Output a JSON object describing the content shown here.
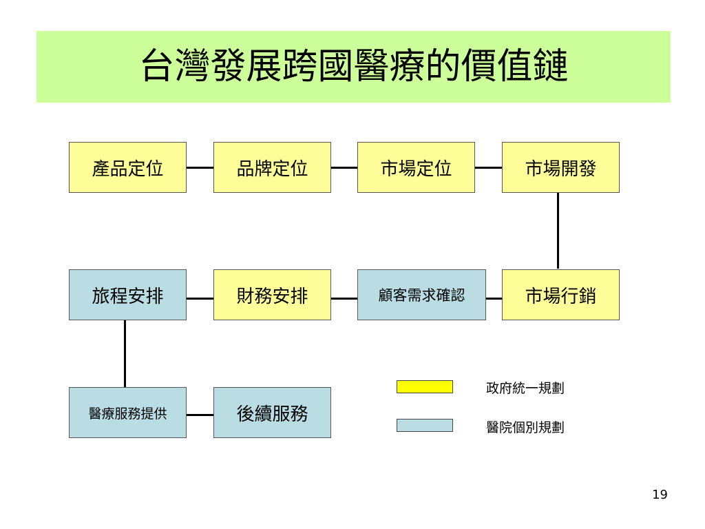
{
  "title": "台灣發展跨國醫療的價值鏈",
  "nodes": {
    "product_positioning": "產品定位",
    "brand_positioning": "品牌定位",
    "market_positioning": "市場定位",
    "market_development": "市場開發",
    "itinerary_arrangement": "旅程安排",
    "financial_arrangement": "財務安排",
    "customer_needs_confirmation": "顧客需求確認",
    "marketing": "市場行銷",
    "medical_service_provision": "醫療服務提供",
    "follow_up_service": "後續服務"
  },
  "legend": {
    "government": {
      "label": "政府統一規劃",
      "color": "#ffff00"
    },
    "hospital": {
      "label": "醫院個別規劃",
      "color": "#b9dde3"
    }
  },
  "colors": {
    "title_bg": "#ccff99",
    "government_box": "#ffff99",
    "hospital_box": "#b9dde3"
  },
  "page_number": "19"
}
